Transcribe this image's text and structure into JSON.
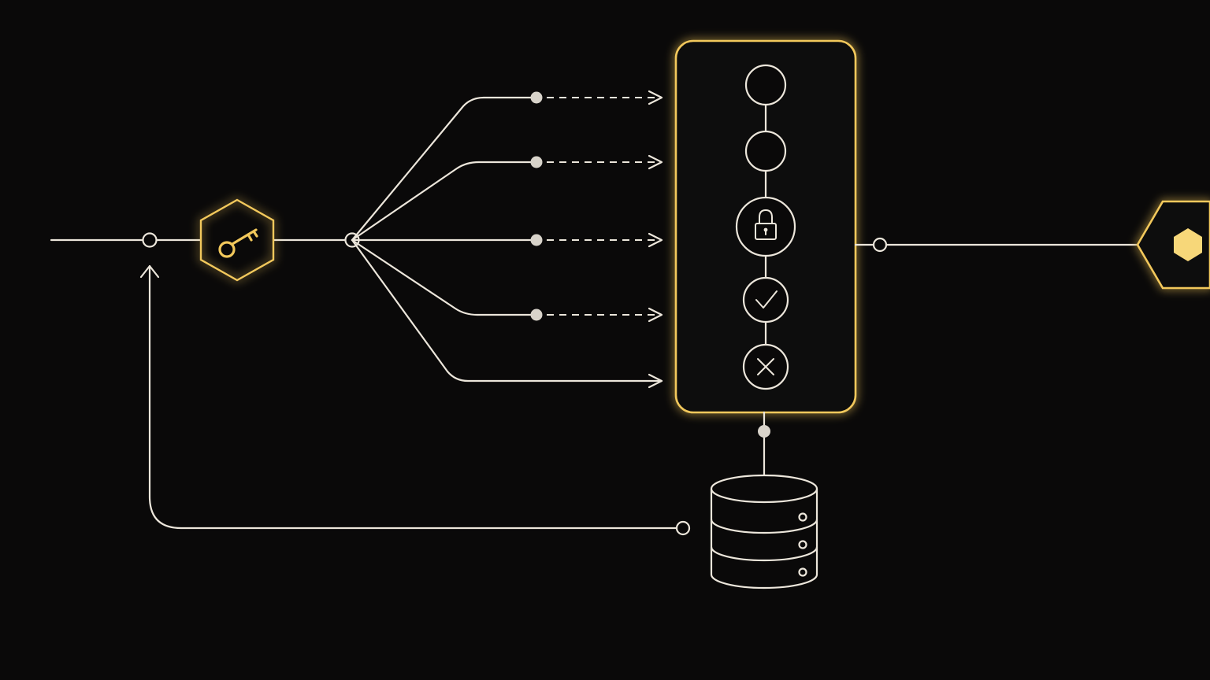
{
  "colors": {
    "background": "#0a0909",
    "line": "#ece6db",
    "accent": "#f2c85b",
    "accent_fill": "#f7d779"
  },
  "icons": {
    "key": "key-icon",
    "lock": "lock-icon",
    "check": "check-icon",
    "cross": "x-icon",
    "database": "database-icon",
    "output": "hexagon-icon"
  },
  "branches": 5,
  "steps": [
    "empty",
    "empty",
    "lock",
    "check",
    "cross"
  ]
}
